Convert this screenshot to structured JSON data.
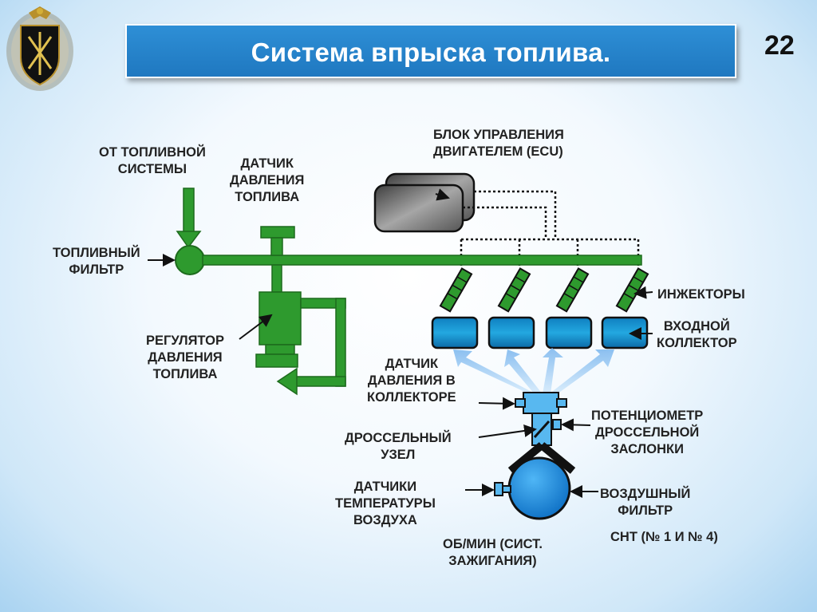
{
  "title": "Система впрыска топлива.",
  "slide_number": "22",
  "labels": {
    "fuel_system": [
      "ОТ ТОПЛИВНОЙ",
      "СИСТЕМЫ"
    ],
    "fuel_pressure_sensor": [
      "ДАТЧИК",
      "ДАВЛЕНИЯ",
      "ТОПЛИВА"
    ],
    "ecu": [
      "БЛОК УПРАВЛЕНИЯ",
      "ДВИГАТЕЛЕМ (ECU)"
    ],
    "fuel_filter": [
      "ТОПЛИВНЫЙ",
      "ФИЛЬТР"
    ],
    "injectors": "ИНЖЕКТОРЫ",
    "intake_manifold": [
      "ВХОДНОЙ",
      "КОЛЛЕКТОР"
    ],
    "pressure_regulator": [
      "РЕГУЛЯТОР",
      "ДАВЛЕНИЯ",
      "ТОПЛИВА"
    ],
    "manifold_pressure_sensor": [
      "ДАТЧИК",
      "ДАВЛЕНИЯ В",
      "КОЛЛЕКТОРЕ"
    ],
    "throttle_position": [
      "ПОТЕНЦИОМЕТР",
      "ДРОССЕЛЬНОЙ",
      "ЗАСЛОНКИ"
    ],
    "throttle_body": [
      "ДРОССЕЛЬНЫЙ",
      "УЗЕЛ"
    ],
    "air_temp_sensors": [
      "ДАТЧИКИ",
      "ТЕМПЕРАТУРЫ",
      "ВОЗДУХА"
    ],
    "air_filter": [
      "ВОЗДУШНЫЙ",
      "ФИЛЬТР"
    ],
    "cht": "CHT (№ 1 И № 4)",
    "rpm": [
      "ОБ/МИН (СИСТ.",
      "ЗАЖИГАНИЯ)"
    ]
  },
  "colors": {
    "title_bar": "#2080c8",
    "fuel_line": "#2e9a2e",
    "manifold": "#1d9ad6",
    "air_filter": "#1e8ee0",
    "air_flow": "#9cc8f4",
    "ecu_box": "#6e6e6e"
  }
}
